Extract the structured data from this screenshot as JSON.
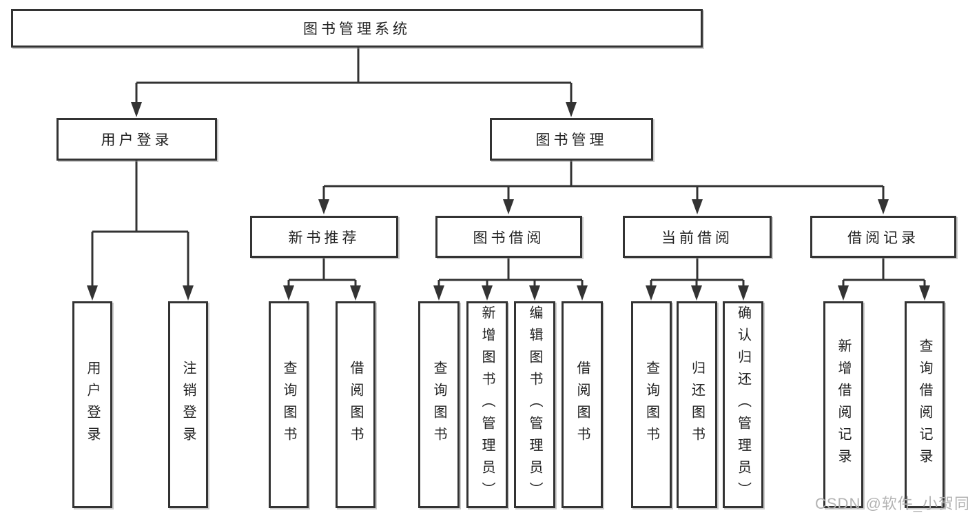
{
  "tree": {
    "root": {
      "label": "图书管理系统",
      "children": [
        {
          "label": "用户登录",
          "children": [
            {
              "label": "用户登录"
            },
            {
              "label": "注销登录"
            }
          ]
        },
        {
          "label": "图书管理",
          "children": [
            {
              "label": "新书推荐",
              "children": [
                {
                  "label": "查询图书"
                },
                {
                  "label": "借阅图书"
                }
              ]
            },
            {
              "label": "图书借阅",
              "children": [
                {
                  "label": "查询图书"
                },
                {
                  "label": "新增图书（管理员）"
                },
                {
                  "label": "编辑图书（管理员）"
                },
                {
                  "label": "借阅图书"
                }
              ]
            },
            {
              "label": "当前借阅",
              "children": [
                {
                  "label": "查询图书"
                },
                {
                  "label": "归还图书"
                },
                {
                  "label": "确认归还（管理员）"
                }
              ]
            },
            {
              "label": "借阅记录",
              "children": [
                {
                  "label": "新增借阅记录"
                },
                {
                  "label": "查询借阅记录"
                }
              ]
            }
          ]
        }
      ]
    }
  },
  "colors": {
    "line": "#333333",
    "text": "#222222",
    "watermark": "#b3b3b3",
    "background": "#ffffff"
  },
  "watermark": {
    "text": "CSDN @软件_小贺同学"
  }
}
